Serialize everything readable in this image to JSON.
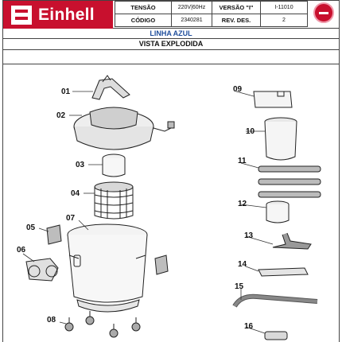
{
  "header": {
    "brand": "Einhell",
    "tensao_label": "TENSÃO",
    "tensao_value": "220V|60Hz",
    "versao_label": "VERSÃO \"I\"",
    "versao_value": "I-11010",
    "codigo_label": "CÓDIGO",
    "codigo_value": "2340281",
    "rev_label": "REV. DES.",
    "rev_value": "2"
  },
  "line_name": "LINHA AZUL",
  "view_title": "VISTA EXPLODIDA",
  "parts": [
    {
      "number": "01"
    },
    {
      "number": "02"
    },
    {
      "number": "03"
    },
    {
      "number": "04"
    },
    {
      "number": "05"
    },
    {
      "number": "06"
    },
    {
      "number": "07"
    },
    {
      "number": "08"
    },
    {
      "number": "09"
    },
    {
      "number": "10"
    },
    {
      "number": "11"
    },
    {
      "number": "12"
    },
    {
      "number": "13"
    },
    {
      "number": "14"
    },
    {
      "number": "15"
    },
    {
      "number": "16"
    }
  ],
  "colors": {
    "brand_red": "#c8102e",
    "title_blue": "#1f4e9c"
  }
}
